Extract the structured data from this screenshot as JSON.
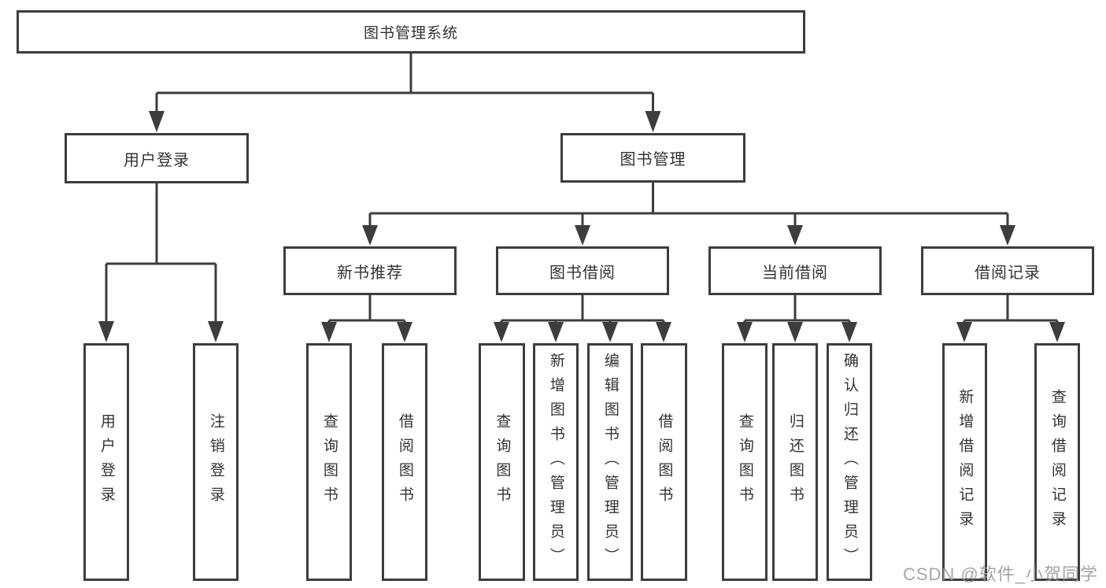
{
  "colors": {
    "line": "#3d3d3d",
    "text": "#333333",
    "background": "#ffffff"
  },
  "watermark": {
    "text": "CSDN @软件_小贺同学",
    "color": "#9c9c9c"
  },
  "tree": {
    "root": {
      "label": "图书管理系统"
    },
    "branches": [
      {
        "label": "用户登录",
        "children": [
          {
            "label": "用户登录"
          },
          {
            "label": "注销登录"
          }
        ]
      },
      {
        "label": "图书管理",
        "children": [
          {
            "label": "新书推荐",
            "children": [
              {
                "label": "查询图书"
              },
              {
                "label": "借阅图书"
              }
            ]
          },
          {
            "label": "图书借阅",
            "children": [
              {
                "label": "查询图书"
              },
              {
                "label": "新增图书（管理员）"
              },
              {
                "label": "编辑图书（管理员）"
              },
              {
                "label": "借阅图书"
              }
            ]
          },
          {
            "label": "当前借阅",
            "children": [
              {
                "label": "查询图书"
              },
              {
                "label": "归还图书"
              },
              {
                "label": "确认归还（管理员）"
              }
            ]
          },
          {
            "label": "借阅记录",
            "children": [
              {
                "label": "新增借阅记录"
              },
              {
                "label": "查询借阅记录"
              }
            ]
          }
        ]
      }
    ]
  }
}
